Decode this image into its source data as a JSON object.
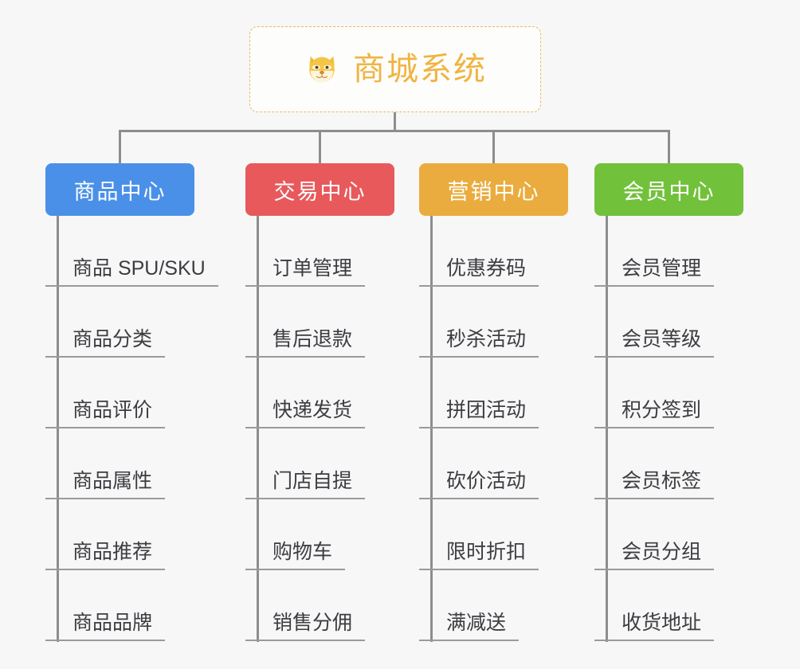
{
  "root": {
    "title": "商城系统",
    "icon": "shiba-dog-icon",
    "title_color": "#f0b441",
    "border_color": "#e8b863"
  },
  "branches": [
    {
      "label": "商品中心",
      "color": "#4a90e8",
      "items": [
        "商品 SPU/SKU",
        "商品分类",
        "商品评价",
        "商品属性",
        "商品推荐",
        "商品品牌"
      ]
    },
    {
      "label": "交易中心",
      "color": "#e8595c",
      "items": [
        "订单管理",
        "售后退款",
        "快递发货",
        "门店自提",
        "购物车",
        "销售分佣"
      ]
    },
    {
      "label": "营销中心",
      "color": "#eaac3e",
      "items": [
        "优惠券码",
        "秒杀活动",
        "拼团活动",
        "砍价活动",
        "限时折扣",
        "满减送"
      ]
    },
    {
      "label": "会员中心",
      "color": "#72c13b",
      "items": [
        "会员管理",
        "会员等级",
        "积分签到",
        "会员标签",
        "会员分组",
        "收货地址"
      ]
    }
  ],
  "canvas": {
    "background": "#f7f7f7",
    "connector_color": "#8d8d8d",
    "leaf_underline_color": "#9a9a9a",
    "leaf_text_color": "#3c3c42"
  }
}
